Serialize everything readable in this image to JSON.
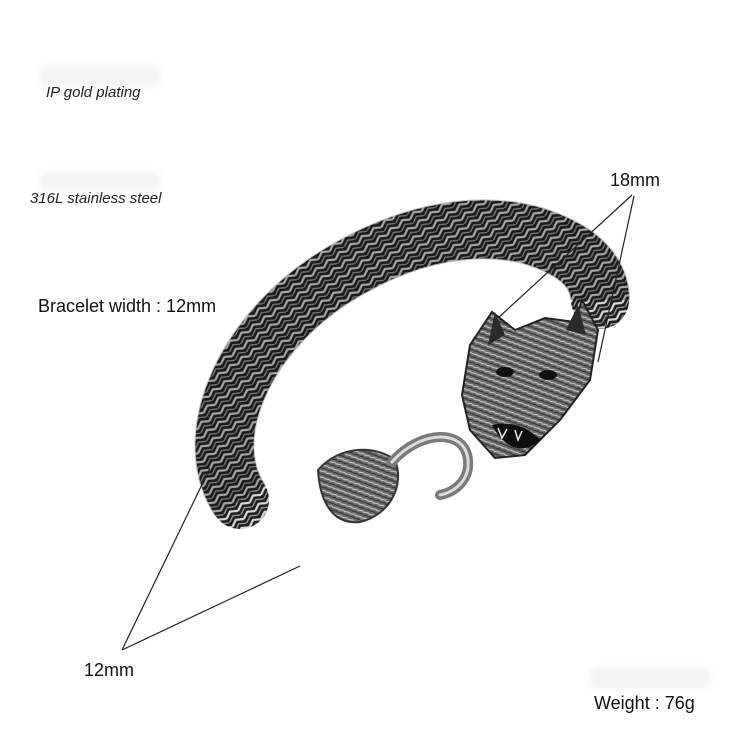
{
  "labels": {
    "ip_plating": "IP gold plating",
    "steel": "316L stainless steel",
    "bracelet_width": "Bracelet width : 12mm",
    "size_18": "18mm",
    "size_12": "12mm",
    "weight": "Weight : 76g"
  },
  "image": {
    "subject": "wolf-head-bracelet",
    "colors": {
      "metal_dark": "#1c1c1c",
      "metal_light": "#cfcfcf",
      "line": "#222222"
    }
  }
}
